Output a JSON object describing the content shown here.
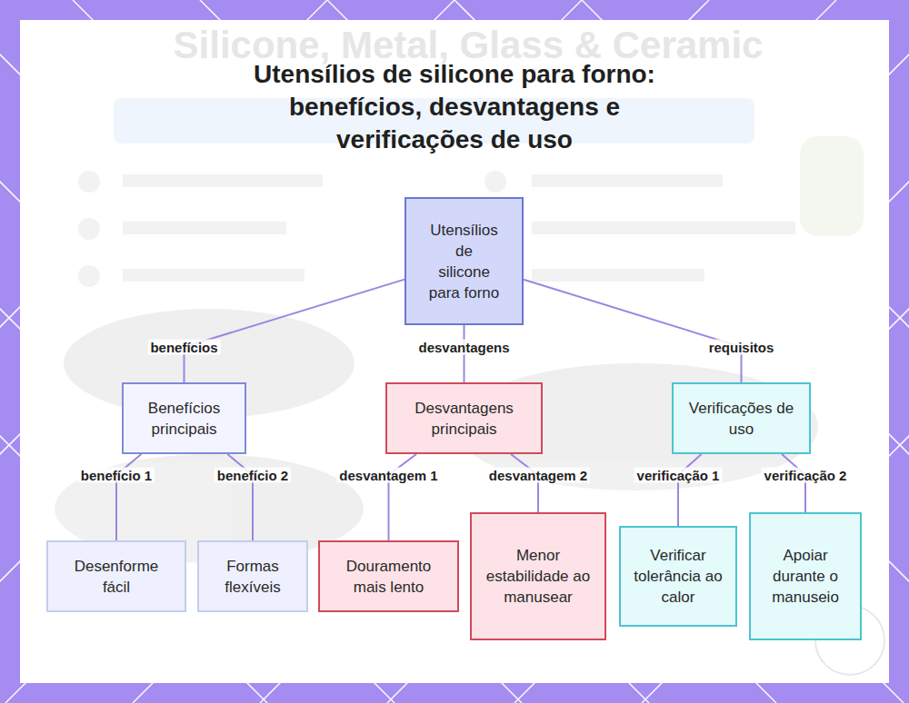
{
  "diagram": {
    "title": "Utensílios de silicone para forno: benefícios, desvantagens e verificações de uso",
    "nodes": [
      {
        "text": [
          "Utensílios de silicone para forno"
        ]
      },
      {
        "text": [
          "Benefícios principais"
        ]
      },
      {
        "text": [
          "Desvantagens principais"
        ]
      },
      {
        "text": [
          "Verificações de uso"
        ]
      },
      {
        "text": [
          "Desenforme fácil"
        ]
      },
      {
        "text": [
          "Formas flexíveis"
        ]
      },
      {
        "text": [
          "Douramento mais lento"
        ]
      },
      {
        "text": [
          "Menor estabilidade ao manusear"
        ]
      },
      {
        "text": [
          "Verificar tolerância ao calor"
        ]
      },
      {
        "text": [
          "Apoiar durante o manuseio"
        ]
      }
    ],
    "edges": [
      {
        "from": 0,
        "to": 1,
        "label": "benefícios",
        "arrow": "none"
      },
      {
        "from": 0,
        "to": 2,
        "label": "desvantagens",
        "arrow": "none"
      },
      {
        "from": 0,
        "to": 3,
        "label": "requisitos",
        "arrow": "none"
      },
      {
        "from": 1,
        "to": 4,
        "label": "benefício 1",
        "arrow": "none"
      },
      {
        "from": 1,
        "to": 5,
        "label": "benefício 2",
        "arrow": "none"
      },
      {
        "from": 2,
        "to": 6,
        "label": "desvantagem 1",
        "arrow": "none"
      },
      {
        "from": 2,
        "to": 7,
        "label": "desvantagem 2",
        "arrow": "none"
      },
      {
        "from": 3,
        "to": 8,
        "label": "verificação 1",
        "arrow": "none"
      },
      {
        "from": 3,
        "to": 9,
        "label": "verificação 2",
        "arrow": "none"
      }
    ],
    "labels": [
      "Silicone, Metal, Glass & Ceramic"
    ]
  }
}
